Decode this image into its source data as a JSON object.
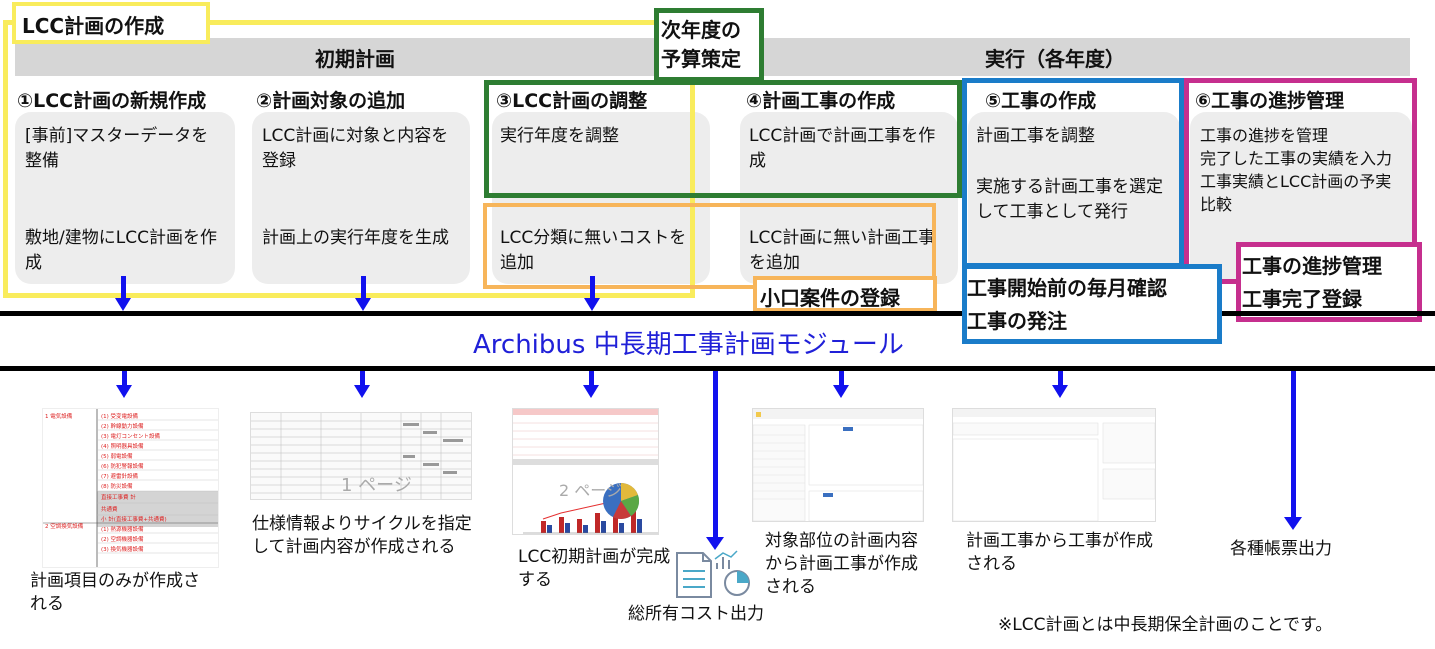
{
  "title": "LCC計画の作成",
  "budget_label": [
    "次年度の",
    "予算策定"
  ],
  "phases": {
    "initial": "初期計画",
    "execution": "実行（各年度）"
  },
  "steps": [
    {
      "title": "①LCC計画の新規作成",
      "top": "[事前]マスターデータを整備",
      "bottom": "敷地/建物にLCC計画を作成"
    },
    {
      "title": "②計画対象の追加",
      "top": "LCC計画に対象と内容を登録",
      "bottom": "計画上の実行年度を生成"
    },
    {
      "title": "③LCC計画の調整",
      "top": "実行年度を調整",
      "bottom": "LCC分類に無いコストを追加"
    },
    {
      "title": "④計画工事の作成",
      "top": "LCC計画で計画工事を作成",
      "bottom": "LCC計画に無い計画工事を追加"
    },
    {
      "title": "⑤工事の作成",
      "top": "計画工事を調整",
      "bottom": "実施する計画工事を選定して工事として発行"
    },
    {
      "title": "⑥工事の進捗管理",
      "top": "工事の進捗を管理\n完了した工事の実績を入力\n工事実績とLCC計画の予実比較",
      "bottom": ""
    }
  ],
  "labels": {
    "small_project": "小口案件の登録",
    "monthly_check": [
      "工事開始前の毎月確認",
      "工事の発注"
    ],
    "progress_mgmt": [
      "工事の進捗管理",
      "工事完了登録"
    ]
  },
  "module_name": "Archibus 中長期工事計画モジュール",
  "outputs": [
    "計画項目のみが作成される",
    "仕様情報よりサイクルを指定して計画内容が作成される",
    "LCC初期計画が完成する",
    "総所有コスト出力",
    "対象部位の計画内容から計画工事が作成される",
    "計画工事から工事が作成される",
    "各種帳票出力"
  ],
  "thumbnails": {
    "plan_items": {
      "groups": [
        "1 電気設備",
        "2 空調換気設備"
      ],
      "rows": [
        "(1) 受変電設備",
        "(2) 幹線動力設備",
        "(3) 電灯コンセント設備",
        "(4) 照明器具設備",
        "(5) 弱電設備",
        "(6) 防犯警報設備",
        "(7) 避雷針設備",
        "(8) 防災設備",
        "(1) 熱源機器設備",
        "(2) 空調機器設備",
        "(3) 換気機器設備"
      ],
      "subtotals": [
        "直接工事費 計",
        "共通費",
        "小 計(直接工事費+共通費)"
      ]
    },
    "page1_watermark": "1 ページ",
    "page2_watermark": "2 ページ"
  },
  "footnote": "※LCC計画とは中長期保全計画のことです。",
  "colors": {
    "yellow": "#f9ec5c",
    "green": "#2e7d32",
    "orange": "#f7b55a",
    "blue": "#1a7cc9",
    "magenta": "#c62f8e",
    "arrow": "#1111ee",
    "module": "#2020d8"
  }
}
